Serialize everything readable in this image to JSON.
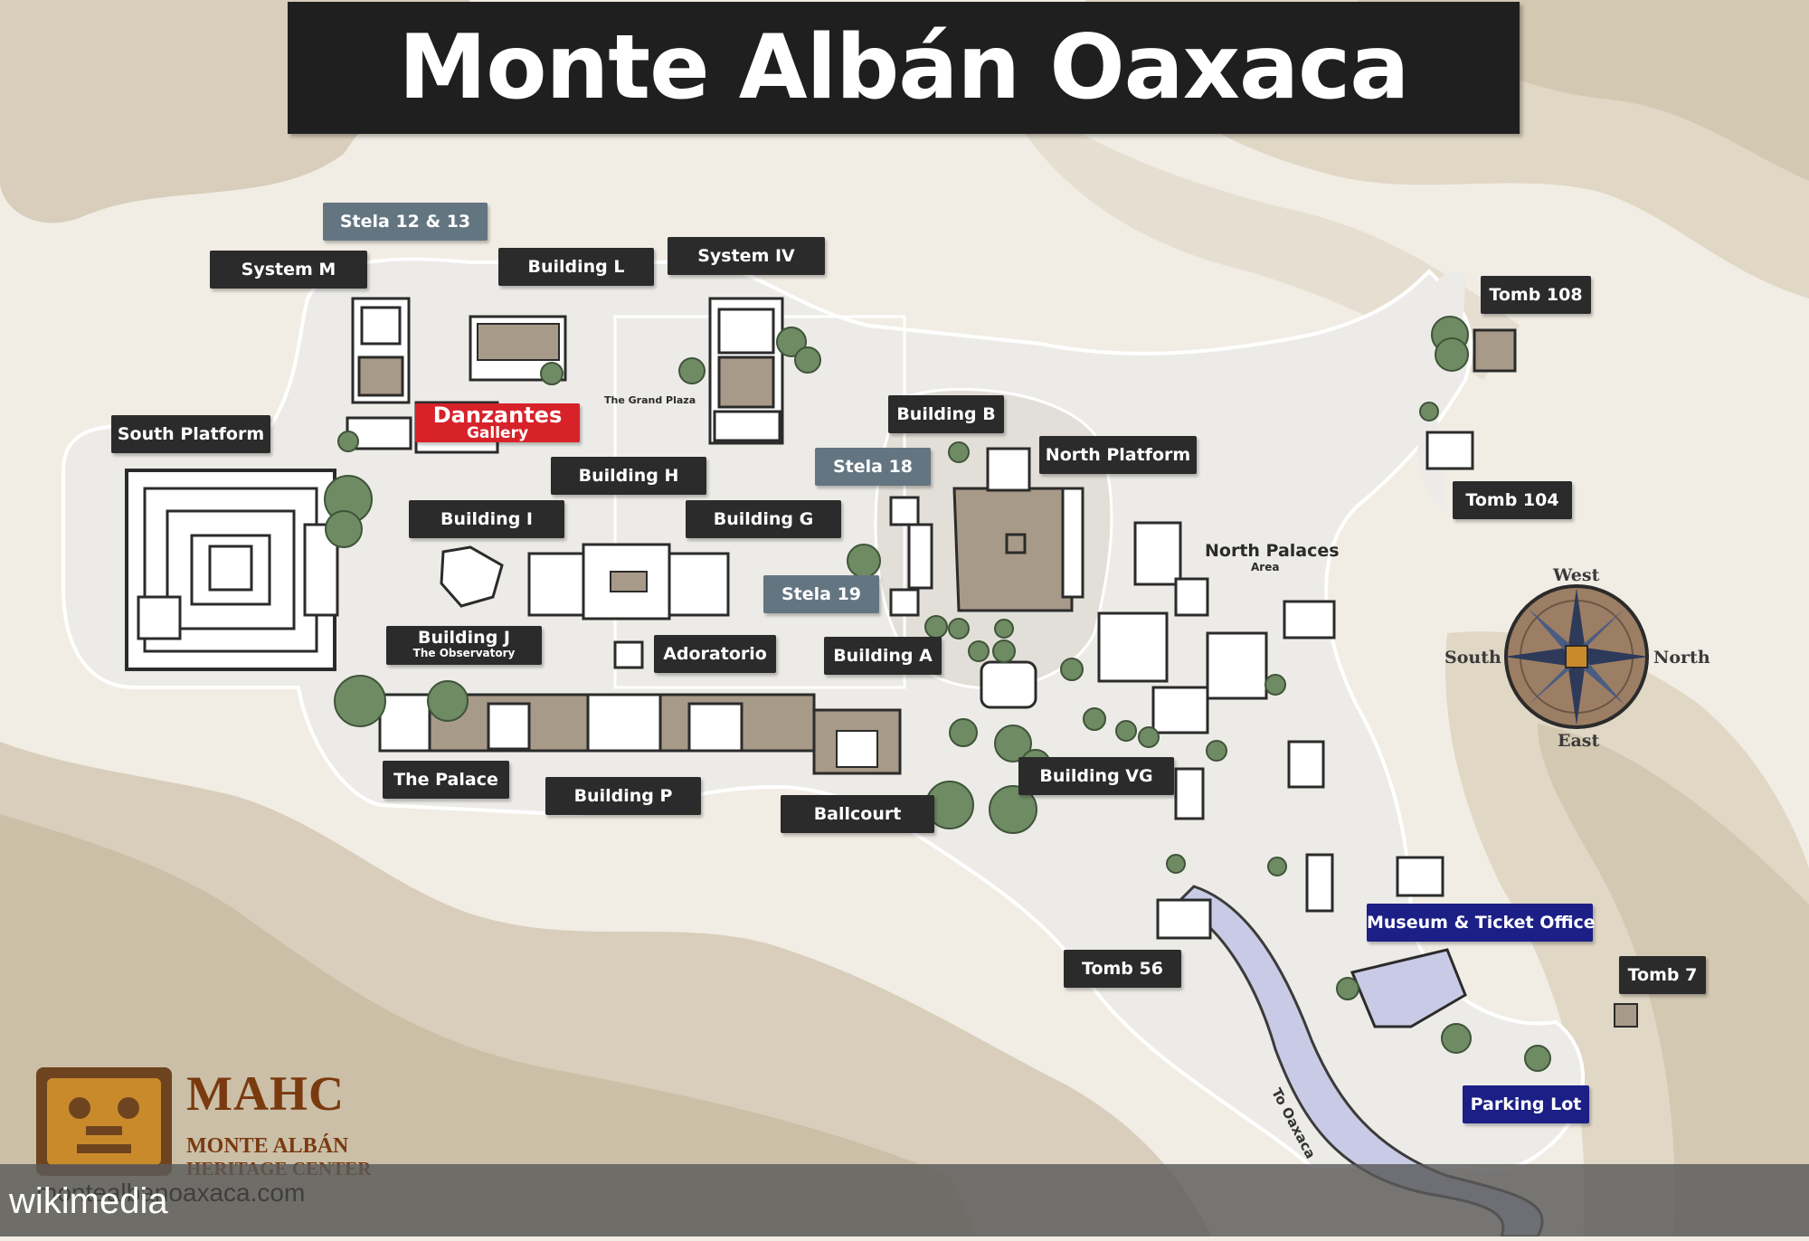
{
  "title": "Monte Albán Oaxaca",
  "labels": {
    "stela_12_13": "Stela 12 & 13",
    "system_m": "System M",
    "building_l": "Building L",
    "system_iv": "System IV",
    "tomb_108": "Tomb 108",
    "danzantes": "Danzantes",
    "danzantes_sub": "Gallery",
    "grand_plaza": "The Grand Plaza",
    "south_platform": "South Platform",
    "building_b": "Building B",
    "stela_18": "Stela 18",
    "north_platform": "North Platform",
    "tomb_104": "Tomb 104",
    "building_h": "Building H",
    "building_i": "Building I",
    "building_g": "Building G",
    "north_palaces": "North Palaces",
    "north_palaces_sub": "Area",
    "stela_19": "Stela 19",
    "building_j": "Building J",
    "building_j_sub": "The Observatory",
    "adoratorio": "Adoratorio",
    "building_a": "Building A",
    "the_palace": "The Palace",
    "building_p": "Building P",
    "ballcourt": "Ballcourt",
    "building_vg": "Building VG",
    "tomb_56": "Tomb 56",
    "museum": "Museum & Ticket Office",
    "tomb_7": "Tomb 7",
    "parking_lot": "Parking Lot",
    "to_oaxaca": "To Oaxaca"
  },
  "compass": {
    "west": "West",
    "south": "South",
    "north": "North",
    "east": "East"
  },
  "logo": {
    "main": "MAHC",
    "line1": "MONTE ALBÁN",
    "line2": "HERITAGE CENTER",
    "url": "montealbanoaxaca.com"
  },
  "watermark": "wikimedia",
  "colors": {
    "label_dark": "#2b2b2b",
    "label_grey": "#647582",
    "label_blue": "#1b1f86",
    "label_red": "#d8222a",
    "terrain_dark": "#d6ccb8",
    "terrain_mid": "#e6dfd1",
    "site_ground": "#ecebe7",
    "structure_fill": "#a89a88",
    "tree": "#6f8b64",
    "road": "#c9cbe6"
  }
}
